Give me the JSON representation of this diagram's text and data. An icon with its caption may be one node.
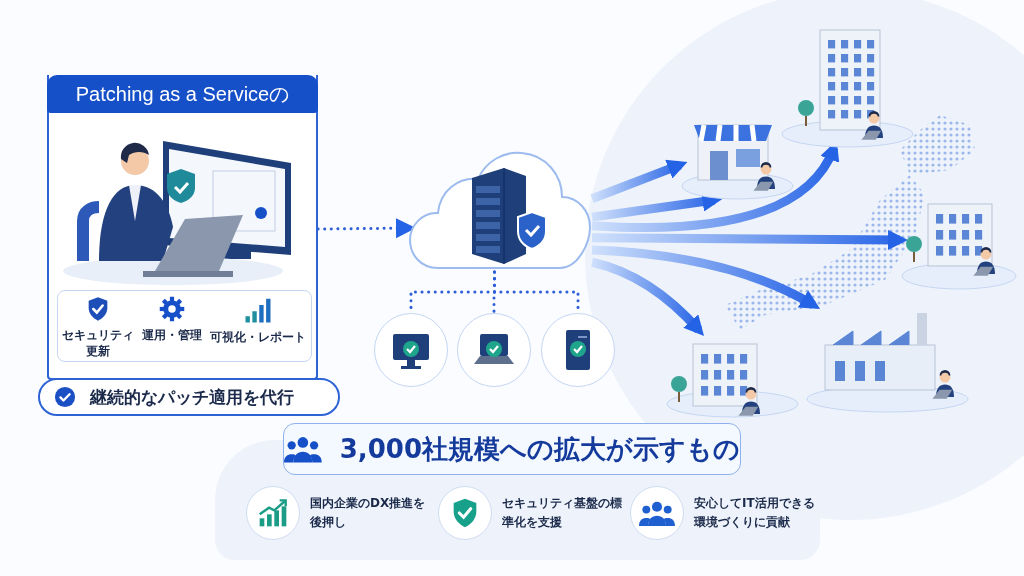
{
  "diagram": {
    "nodes": [
      {
        "text": [
          "Patching as a Serviceの"
        ]
      },
      {
        "text": [
          "継続的なパッチ適用を代行"
        ]
      },
      {
        "text": [],
        "shape": "cloud"
      },
      {
        "text": [],
        "shape": "circle"
      },
      {
        "text": [],
        "shape": "circle"
      },
      {
        "text": [],
        "shape": "circle"
      },
      {
        "text": [],
        "shape": "picture"
      },
      {
        "text": [],
        "shape": "picture"
      },
      {
        "text": [],
        "shape": "picture"
      },
      {
        "text": [],
        "shape": "picture"
      },
      {
        "text": [],
        "shape": "picture"
      },
      {
        "text": [
          "3,000社規模への拡大が示すもの"
        ]
      }
    ],
    "edges": [
      {
        "from": 0,
        "to": 2,
        "arrow": "to",
        "style": "dashed"
      },
      {
        "from": 2,
        "to": 3,
        "arrow": "none",
        "style": "dashed"
      },
      {
        "from": 2,
        "to": 4,
        "arrow": "none",
        "style": "dashed"
      },
      {
        "from": 2,
        "to": 5,
        "arrow": "none",
        "style": "dashed"
      },
      {
        "from": 2,
        "to": 6,
        "arrow": "to",
        "style": "thick"
      },
      {
        "from": 2,
        "to": 6,
        "arrow": "to",
        "style": "thick"
      },
      {
        "from": 2,
        "to": 7,
        "arrow": "to",
        "style": "thick"
      },
      {
        "from": 2,
        "to": 8,
        "arrow": "to",
        "style": "thick"
      },
      {
        "from": 2,
        "to": 10,
        "arrow": "to",
        "style": "thick"
      },
      {
        "from": 2,
        "to": 9,
        "arrow": "to",
        "style": "thick"
      }
    ],
    "labels": [
      "セキュリティ更新",
      "運用・管理",
      "可視化・レポート",
      "国内企業のDX推進を後押し",
      "セキュリティ基盤の標準化を支援",
      "安心してIT活用できる環境づくりに貢献"
    ]
  }
}
